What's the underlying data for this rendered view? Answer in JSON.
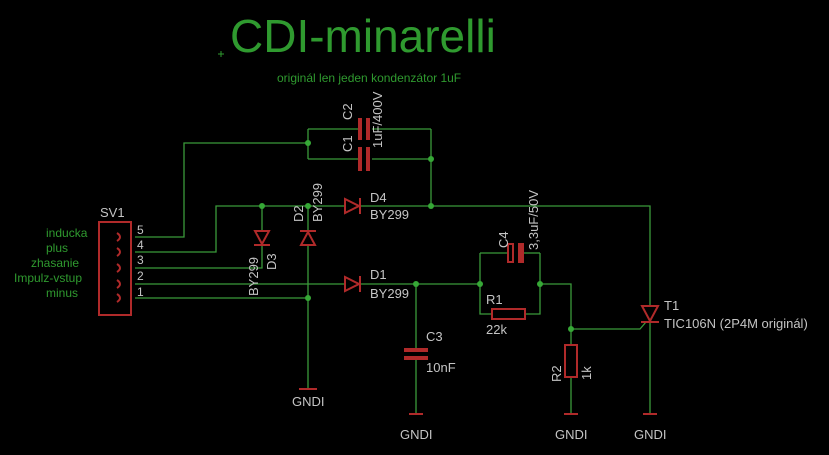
{
  "title": "CDI-minarelli",
  "subtitle": "originál len jeden kondenzátor 1uF",
  "colors": {
    "background": "#000000",
    "wire": "#3a9a3a",
    "component": "#b02a2a",
    "text": "#c4c4c4",
    "title": "#2f9a2f"
  },
  "connector": {
    "name": "SV1",
    "pins": [
      "5",
      "4",
      "3",
      "2",
      "1"
    ],
    "signals": [
      "inducka",
      "plus",
      "zhasanie",
      "Impulz-vstup",
      "minus"
    ]
  },
  "components": {
    "C1": {
      "name": "C1"
    },
    "C2": {
      "name": "C2",
      "value": "1uF/400V"
    },
    "C3": {
      "name": "C3",
      "value": "10nF"
    },
    "C4": {
      "name": "C4",
      "value": "3,3uF/50V"
    },
    "D1": {
      "name": "D1",
      "value": "BY299"
    },
    "D2": {
      "name": "D2",
      "value": "BY299"
    },
    "D3": {
      "name": "D3",
      "value": "BY299"
    },
    "D4": {
      "name": "D4",
      "value": "BY299"
    },
    "R1": {
      "name": "R1",
      "value": "22k"
    },
    "R2": {
      "name": "R2",
      "value": "1k"
    },
    "T1": {
      "name": "T1",
      "value": "TIC106N (2P4M originál)"
    }
  },
  "ground_label": "GNDI"
}
